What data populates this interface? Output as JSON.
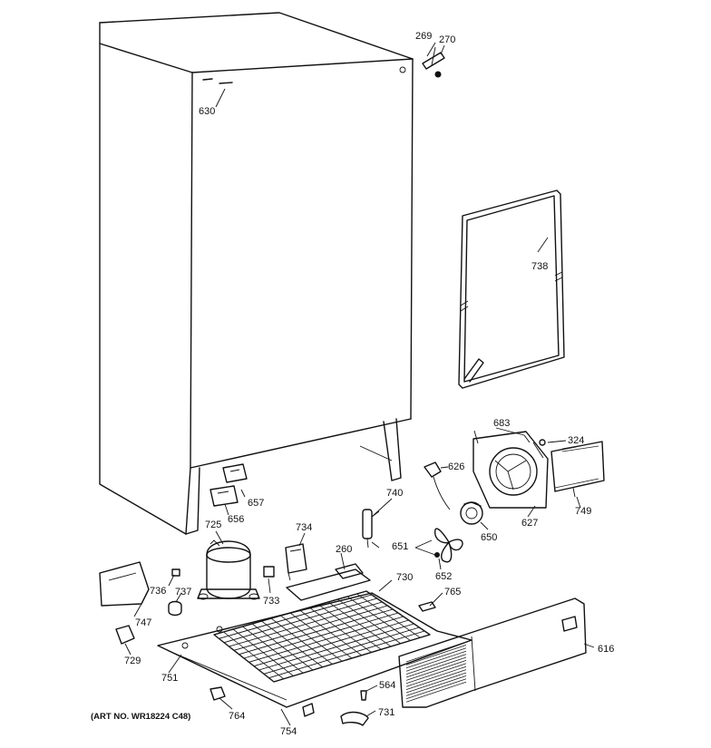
{
  "art_number": "(ART NO. WR18224 C48)",
  "callouts": {
    "c269": "269",
    "c270": "270",
    "c630": "630",
    "c738": "738",
    "c683": "683",
    "c324": "324",
    "c626": "626",
    "c657": "657",
    "c656": "656",
    "c725": "725",
    "c740": "740",
    "c627": "627",
    "c749": "749",
    "c734": "734",
    "c650": "650",
    "c651": "651",
    "c260": "260",
    "c652": "652",
    "c736": "736",
    "c730": "730",
    "c737": "737",
    "c733": "733",
    "c765": "765",
    "c747": "747",
    "c616": "616",
    "c729": "729",
    "c751": "751",
    "c564": "564",
    "c731": "731",
    "c764": "764",
    "c754": "754"
  }
}
